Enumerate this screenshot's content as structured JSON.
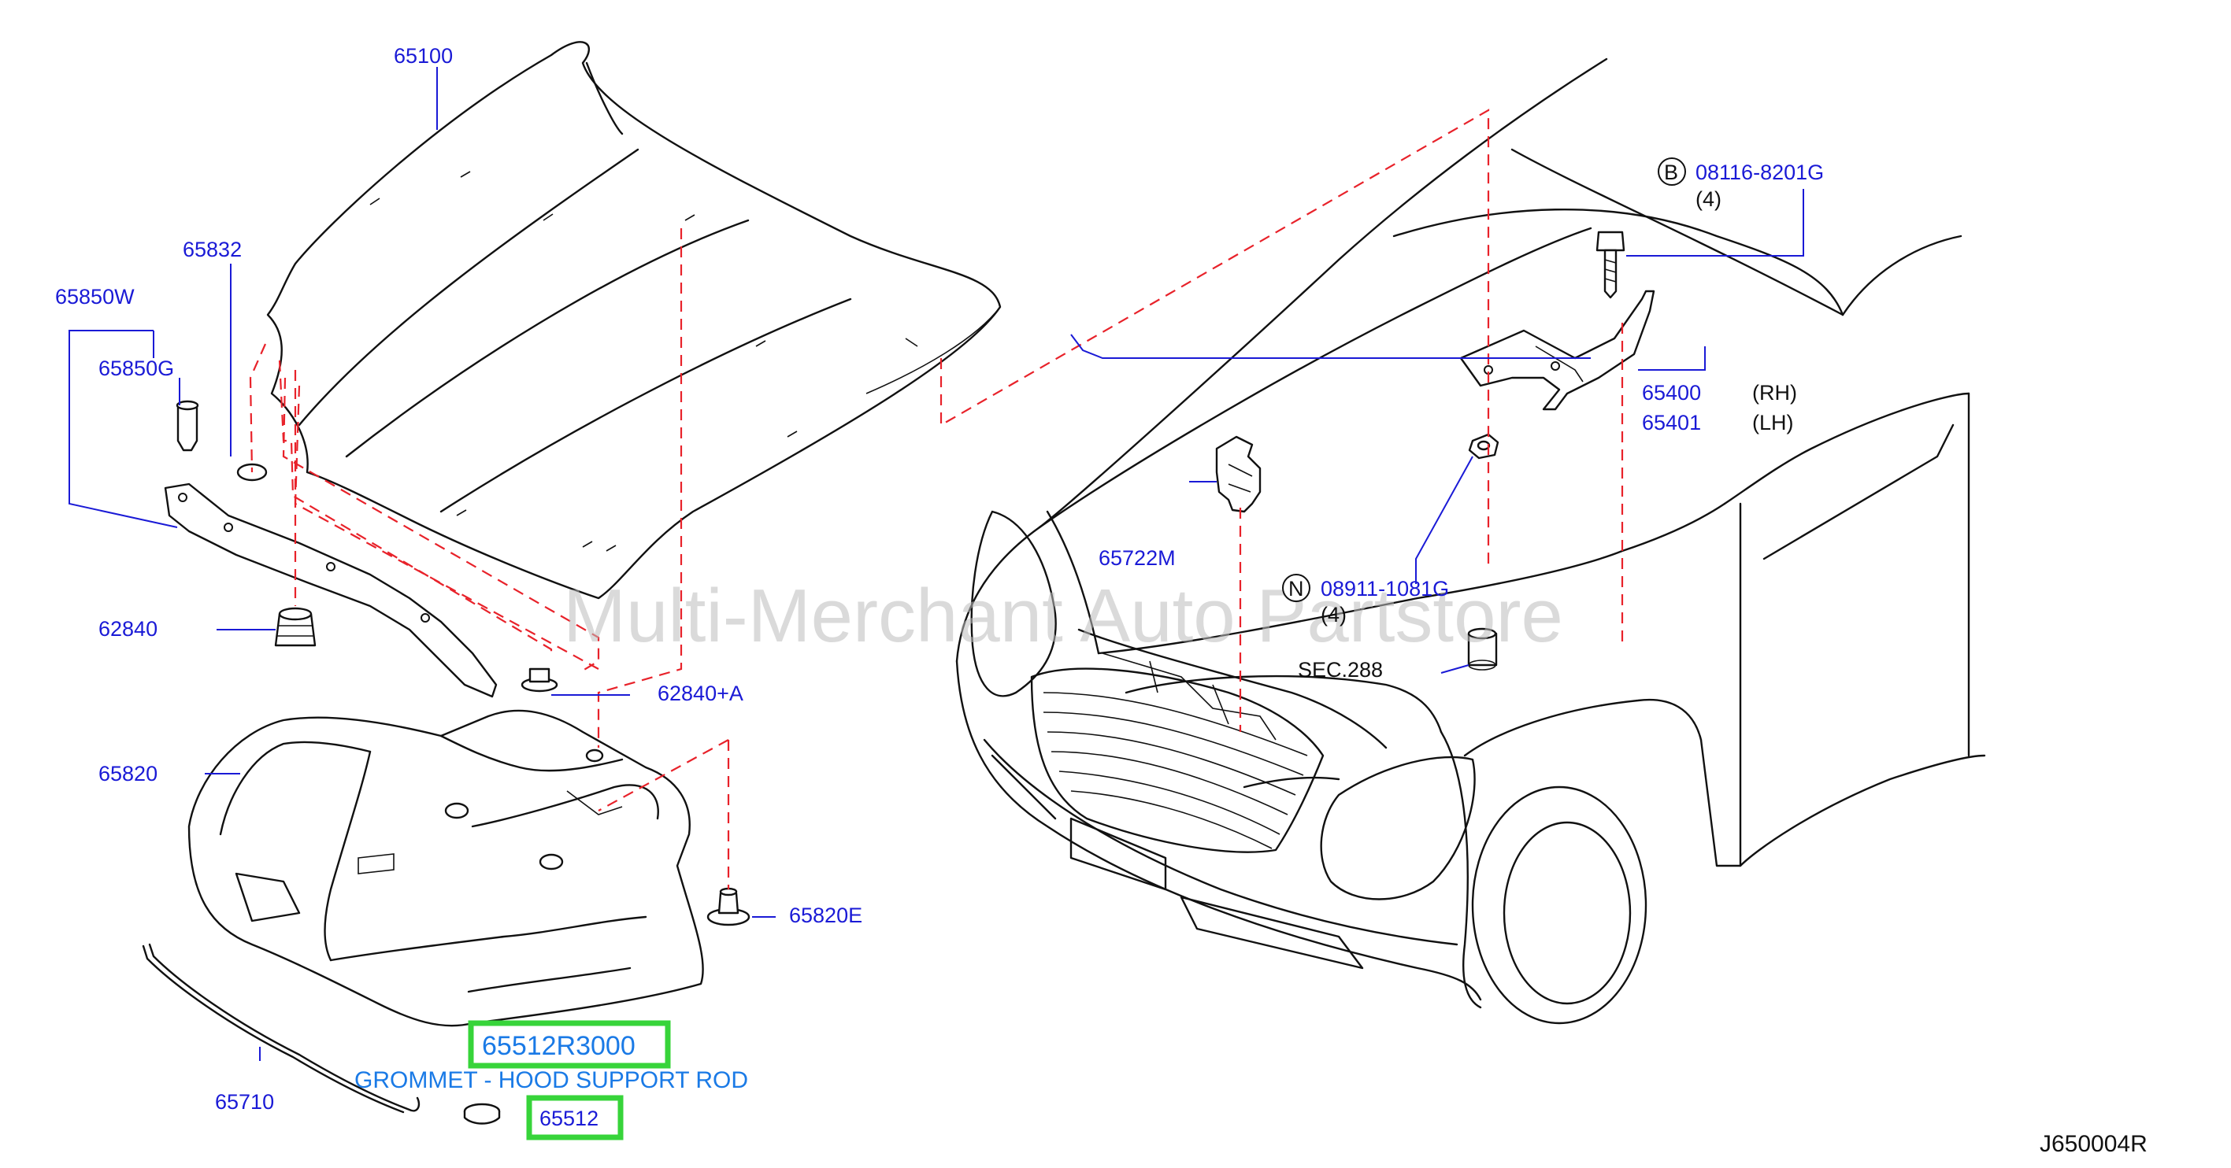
{
  "diagram": {
    "watermark": "Multi-Merchant Auto Partstore",
    "drawing_code": "J650004R",
    "section_ref": "SEC.288",
    "highlight": {
      "part_number": "65512R3000",
      "description": "GROMMET - HOOD SUPPORT ROD",
      "callout": "65512"
    },
    "callouts": {
      "hood": "65100",
      "bumper_rubber": "65832",
      "seal_w": "65850W",
      "seal_g": "65850G",
      "stopper": "62840",
      "stopper_a": "62840+A",
      "insulator": "65820",
      "clip_e": "65820E",
      "support_rod": "65710",
      "clamp": "65722M",
      "hinge_rh": "65400",
      "hinge_lh": "65401",
      "rh": "(RH)",
      "lh": "(LH)",
      "bolt": "08116-8201G",
      "bolt_qty": "(4)",
      "bolt_code": "B",
      "nut": "08911-1081G",
      "nut_qty": "(4)",
      "nut_code": "N"
    }
  }
}
